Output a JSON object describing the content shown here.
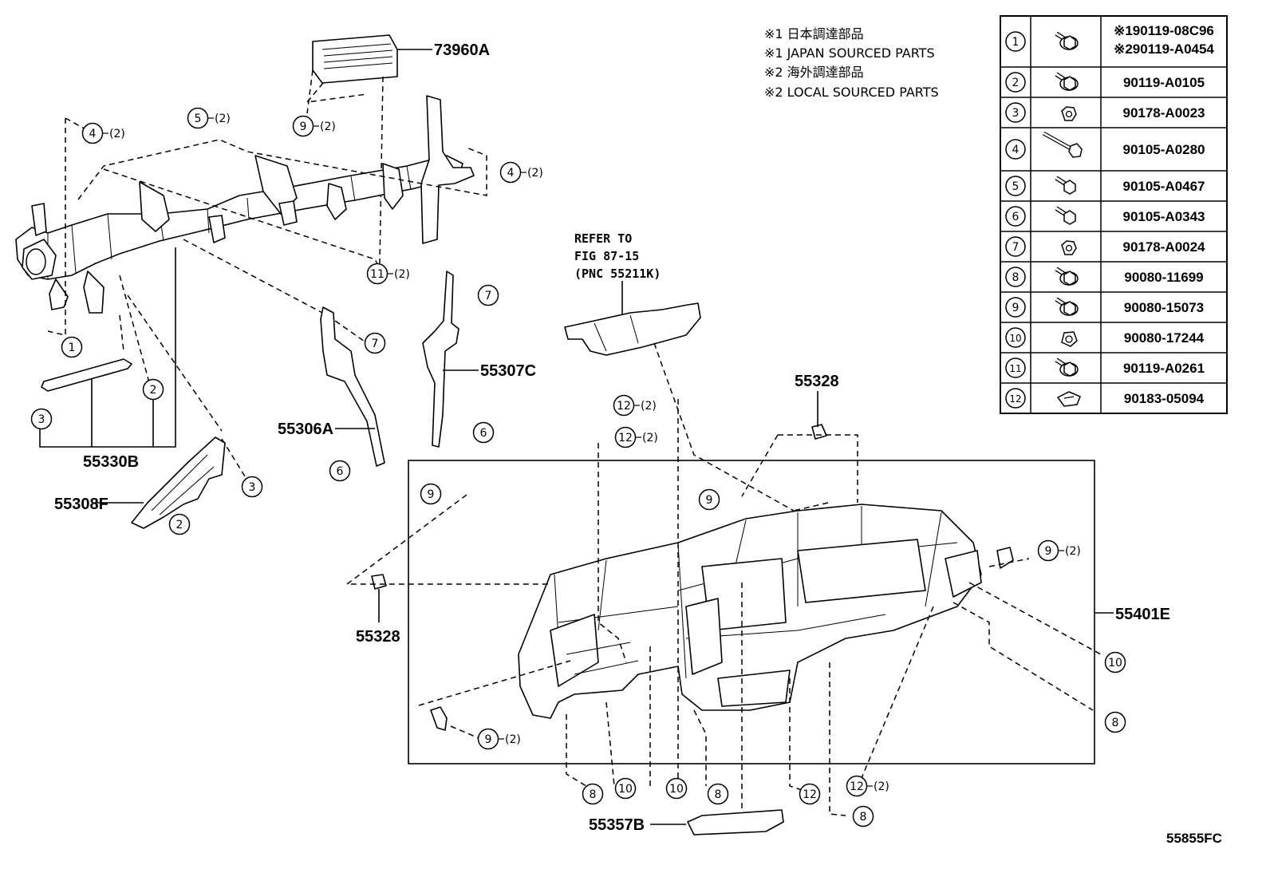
{
  "notes": [
    "※1 日本調達部品",
    "※1 JAPAN SOURCED PARTS",
    "※2 海外調達部品",
    "※2 LOCAL SOURCED PARTS"
  ],
  "refer": [
    "REFER TO",
    "FIG 87-15",
    "(PNC 55211K)"
  ],
  "part_labels": {
    "p73960A": "73960A",
    "p55330B": "55330B",
    "p55308F": "55308F",
    "p55306A": "55306A",
    "p55307C": "55307C",
    "p55328a": "55328",
    "p55328b": "55328",
    "p55401E": "55401E",
    "p55357B": "55357B"
  },
  "figure_code": "55855FC",
  "qty": "(2)",
  "hardware_table": [
    {
      "num": "1",
      "part": [
        "※190119-08C96",
        "※290119-A0454"
      ],
      "icon": "bolt-washer-icon"
    },
    {
      "num": "2",
      "part": [
        "90119-A0105"
      ],
      "icon": "bolt-washer-icon"
    },
    {
      "num": "3",
      "part": [
        "90178-A0023"
      ],
      "icon": "nut-icon"
    },
    {
      "num": "4",
      "part": [
        "90105-A0280"
      ],
      "icon": "long-bolt-icon"
    },
    {
      "num": "5",
      "part": [
        "90105-A0467"
      ],
      "icon": "bolt-icon"
    },
    {
      "num": "6",
      "part": [
        "90105-A0343"
      ],
      "icon": "bolt-icon"
    },
    {
      "num": "7",
      "part": [
        "90178-A0024"
      ],
      "icon": "nut-icon"
    },
    {
      "num": "8",
      "part": [
        "90080-11699"
      ],
      "icon": "bolt-washer-icon"
    },
    {
      "num": "9",
      "part": [
        "90080-15073"
      ],
      "icon": "bolt-washer-icon"
    },
    {
      "num": "10",
      "part": [
        "90080-17244"
      ],
      "icon": "clip-nut-icon"
    },
    {
      "num": "11",
      "part": [
        "90119-A0261"
      ],
      "icon": "bolt-washer-icon"
    },
    {
      "num": "12",
      "part": [
        "90183-05094"
      ],
      "icon": "clip-icon"
    }
  ],
  "callouts": [
    {
      "n": "4",
      "q": true
    },
    {
      "n": "5",
      "q": true
    },
    {
      "n": "9",
      "q": true
    },
    {
      "n": "4",
      "q": true
    },
    {
      "n": "11",
      "q": true
    },
    {
      "n": "7",
      "q": false
    },
    {
      "n": "1",
      "q": false
    },
    {
      "n": "2",
      "q": false
    },
    {
      "n": "3",
      "q": false
    },
    {
      "n": "7",
      "q": false
    },
    {
      "n": "6",
      "q": false
    },
    {
      "n": "6",
      "q": false
    },
    {
      "n": "3",
      "q": false
    },
    {
      "n": "2",
      "q": false
    },
    {
      "n": "12",
      "q": true
    },
    {
      "n": "12",
      "q": true
    },
    {
      "n": "9",
      "q": false
    },
    {
      "n": "9",
      "q": false
    },
    {
      "n": "9",
      "q": true
    },
    {
      "n": "10",
      "q": false
    },
    {
      "n": "8",
      "q": false
    },
    {
      "n": "9",
      "q": true
    },
    {
      "n": "8",
      "q": false
    },
    {
      "n": "10",
      "q": false
    },
    {
      "n": "10",
      "q": false
    },
    {
      "n": "8",
      "q": false
    },
    {
      "n": "12",
      "q": false
    },
    {
      "n": "12",
      "q": true
    },
    {
      "n": "8",
      "q": false
    }
  ]
}
